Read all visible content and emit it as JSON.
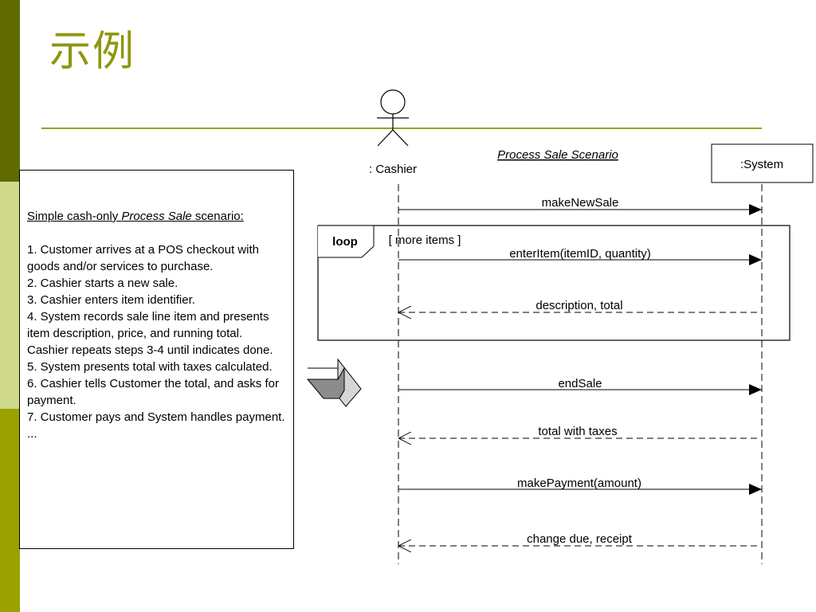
{
  "slide": {
    "title": "示例"
  },
  "scenario": {
    "heading_prefix": "Simple cash-only ",
    "heading_italic": "Process Sale",
    "heading_suffix": " scenario:",
    "steps": [
      "1. Customer arrives at a POS checkout with goods and/or services to purchase.",
      "2. Cashier starts a new sale.",
      "3. Cashier enters item identifier.",
      "4. System records sale line item and presents item description, price, and running total.",
      "Cashier repeats steps 3-4 until indicates done.",
      "5. System presents total with taxes calculated.",
      "6. Cashier tells Customer the total, and asks for payment.",
      "7. Customer pays and System handles payment.",
      "..."
    ]
  },
  "diagram": {
    "caption": "Process Sale Scenario",
    "actor_label": ": Cashier",
    "system_label": ":System",
    "loop_keyword": "loop",
    "loop_guard": "[ more items ]",
    "messages": [
      {
        "label": "makeNewSale",
        "kind": "sync"
      },
      {
        "label": "enterItem(itemID, quantity)",
        "kind": "sync"
      },
      {
        "label": "description, total",
        "kind": "return"
      },
      {
        "label": "endSale",
        "kind": "sync"
      },
      {
        "label": "total with taxes",
        "kind": "return"
      },
      {
        "label": "makePayment(amount)",
        "kind": "sync"
      },
      {
        "label": "change due, receipt",
        "kind": "return"
      }
    ]
  }
}
